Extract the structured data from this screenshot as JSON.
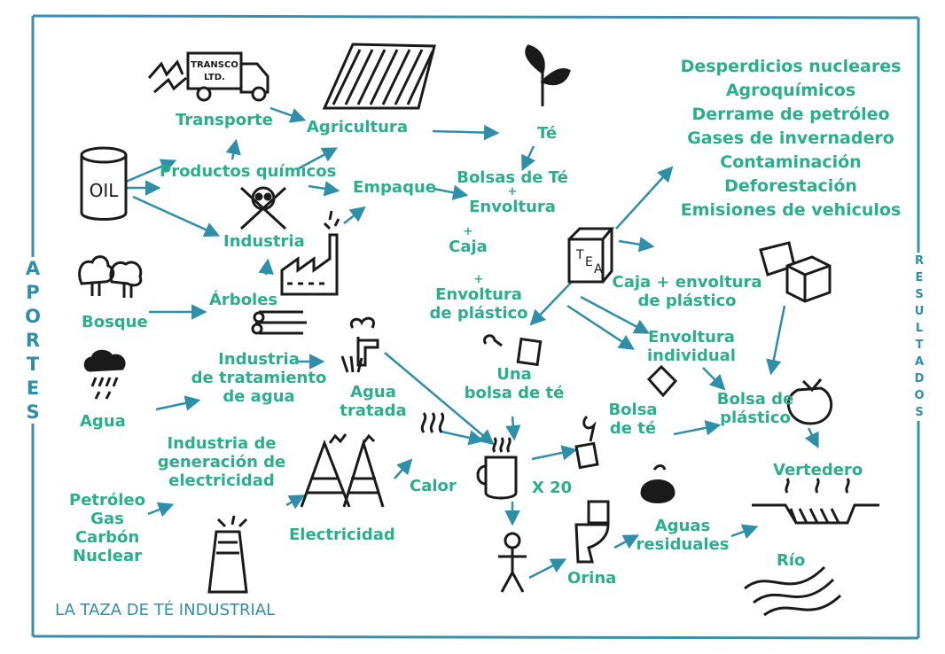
{
  "title": "LA TAZA DE TÉ INDUSTRIAL",
  "sides": {
    "left": [
      "A",
      "P",
      "O",
      "R",
      "T",
      "E",
      "S"
    ],
    "right": [
      "R",
      "E",
      "S",
      "U",
      "L",
      "T",
      "A",
      "D",
      "O",
      "S"
    ]
  },
  "colors": {
    "label": "#2bae8c",
    "arrow": "#2f8ea8",
    "frame": "#3b8fab",
    "ink": "#1a1a1a"
  },
  "icons": {
    "truck_sign": [
      "TRANSCO",
      "LTD."
    ],
    "oil_can": "OIL",
    "tea_box": [
      "T",
      "E",
      "A"
    ],
    "multiplier": "X 20"
  },
  "nodes": {
    "transporte": "Transporte",
    "agricultura": "Agricultura",
    "te": "Té",
    "productos_quimicos": "Productos químicos",
    "empaque": "Empaque",
    "bolsas": [
      "Bolsas de Té",
      "+",
      "Envoltura",
      "+",
      "Caja",
      "+",
      "Envoltura",
      "de plástico"
    ],
    "industria": "Industria",
    "arboles": "Árboles",
    "bosque": "Bosque",
    "agua": "Agua",
    "industria_tratamiento": [
      "Industria",
      "de tratamiento",
      "de agua"
    ],
    "agua_tratada": [
      "Agua",
      "tratada"
    ],
    "una_bolsa": [
      "Una",
      "bolsa de té"
    ],
    "industria_electricidad": [
      "Industria de",
      "generación de",
      "electricidad"
    ],
    "calor": "Calor",
    "electricidad": "Electricidad",
    "combustibles": [
      "Petróleo",
      "Gas",
      "Carbón",
      "Nuclear"
    ],
    "orina": "Orina",
    "aguas_residuales": [
      "Aguas",
      "residuales"
    ],
    "bolsa_te": [
      "Bolsa",
      "de té"
    ],
    "envoltura_individual": [
      "Envoltura",
      "individual"
    ],
    "caja_envoltura": [
      "Caja + envoltura",
      "de plástico"
    ],
    "bolsa_plastico": [
      "Bolsa de",
      "plástico"
    ],
    "vertedero": "Vertedero",
    "rio": "Río",
    "resultados_lista": [
      "Desperdicios nucleares",
      "Agroquímicos",
      "Derrame de petróleo",
      "Gases de invernadero",
      "Contaminación",
      "Deforestación",
      "Emisiones de vehiculos"
    ]
  }
}
